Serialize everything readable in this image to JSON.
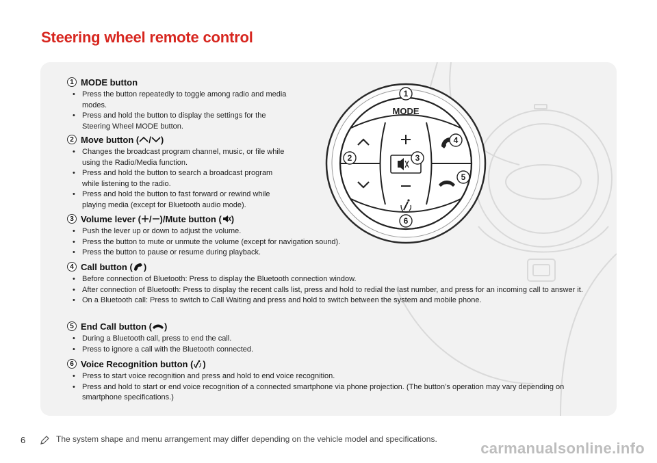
{
  "page": {
    "title": "Steering wheel remote control",
    "page_number": "6",
    "note": "The system shape and menu arrangement may differ depending on the vehicle model and specifications.",
    "watermark": "carmanualsonline.info"
  },
  "sections": [
    {
      "num": "1",
      "head": "MODE button",
      "head_suffix": "",
      "bullets": [
        "Press the button repeatedly to toggle among radio and media modes.",
        "Press and hold the button to display the settings for the Steering Wheel MODE button."
      ]
    },
    {
      "num": "2",
      "head": "Move button (",
      "head_mid": "/",
      "head_suffix": ")",
      "bullets": [
        "Changes the broadcast program channel, music, or file while using the Radio/Media function.",
        "Press and hold the button to search a broadcast program while listening to the radio.",
        "Press and hold the button to fast forward or rewind while playing media (except for Bluetooth audio mode)."
      ]
    },
    {
      "num": "3",
      "head": "Volume lever (",
      "head_mid": "/",
      "head_mid2": ")/Mute button (",
      "head_suffix": ")",
      "bullets": [
        "Push the lever up or down to adjust the volume.",
        "Press the button to mute or unmute the volume (except for navigation sound).",
        "Press the button to pause or resume during playback."
      ]
    },
    {
      "num": "4",
      "head": "Call button (",
      "head_suffix": ")",
      "bullets": [
        "Before connection of Bluetooth: Press to display the Bluetooth connection window.",
        "After connection of Bluetooth: Press to display the recent calls list, press and hold to redial the last number, and press for an incoming call to answer it.",
        "On a Bluetooth call: Press to switch to Call Waiting and press and hold to switch between the system and mobile phone."
      ]
    },
    {
      "num": "5",
      "head": "End Call button (",
      "head_suffix": ")",
      "bullets": [
        "During a Bluetooth call, press to end the call.",
        "Press to ignore a call with the Bluetooth connected."
      ]
    },
    {
      "num": "6",
      "head": "Voice Recognition button (",
      "head_suffix": ")",
      "bullets": [
        "Press to start voice recognition and press and hold to end voice recognition.",
        "Press and hold to start or end voice recognition of a connected smartphone via phone projection. (The button’s operation may vary depending on smartphone specifications.)"
      ]
    }
  ],
  "wheel": {
    "mode_label": "MODE",
    "callouts": [
      "1",
      "2",
      "3",
      "4",
      "5",
      "6"
    ]
  },
  "colors": {
    "title": "#d7261f",
    "panel": "#f2f2f2"
  }
}
